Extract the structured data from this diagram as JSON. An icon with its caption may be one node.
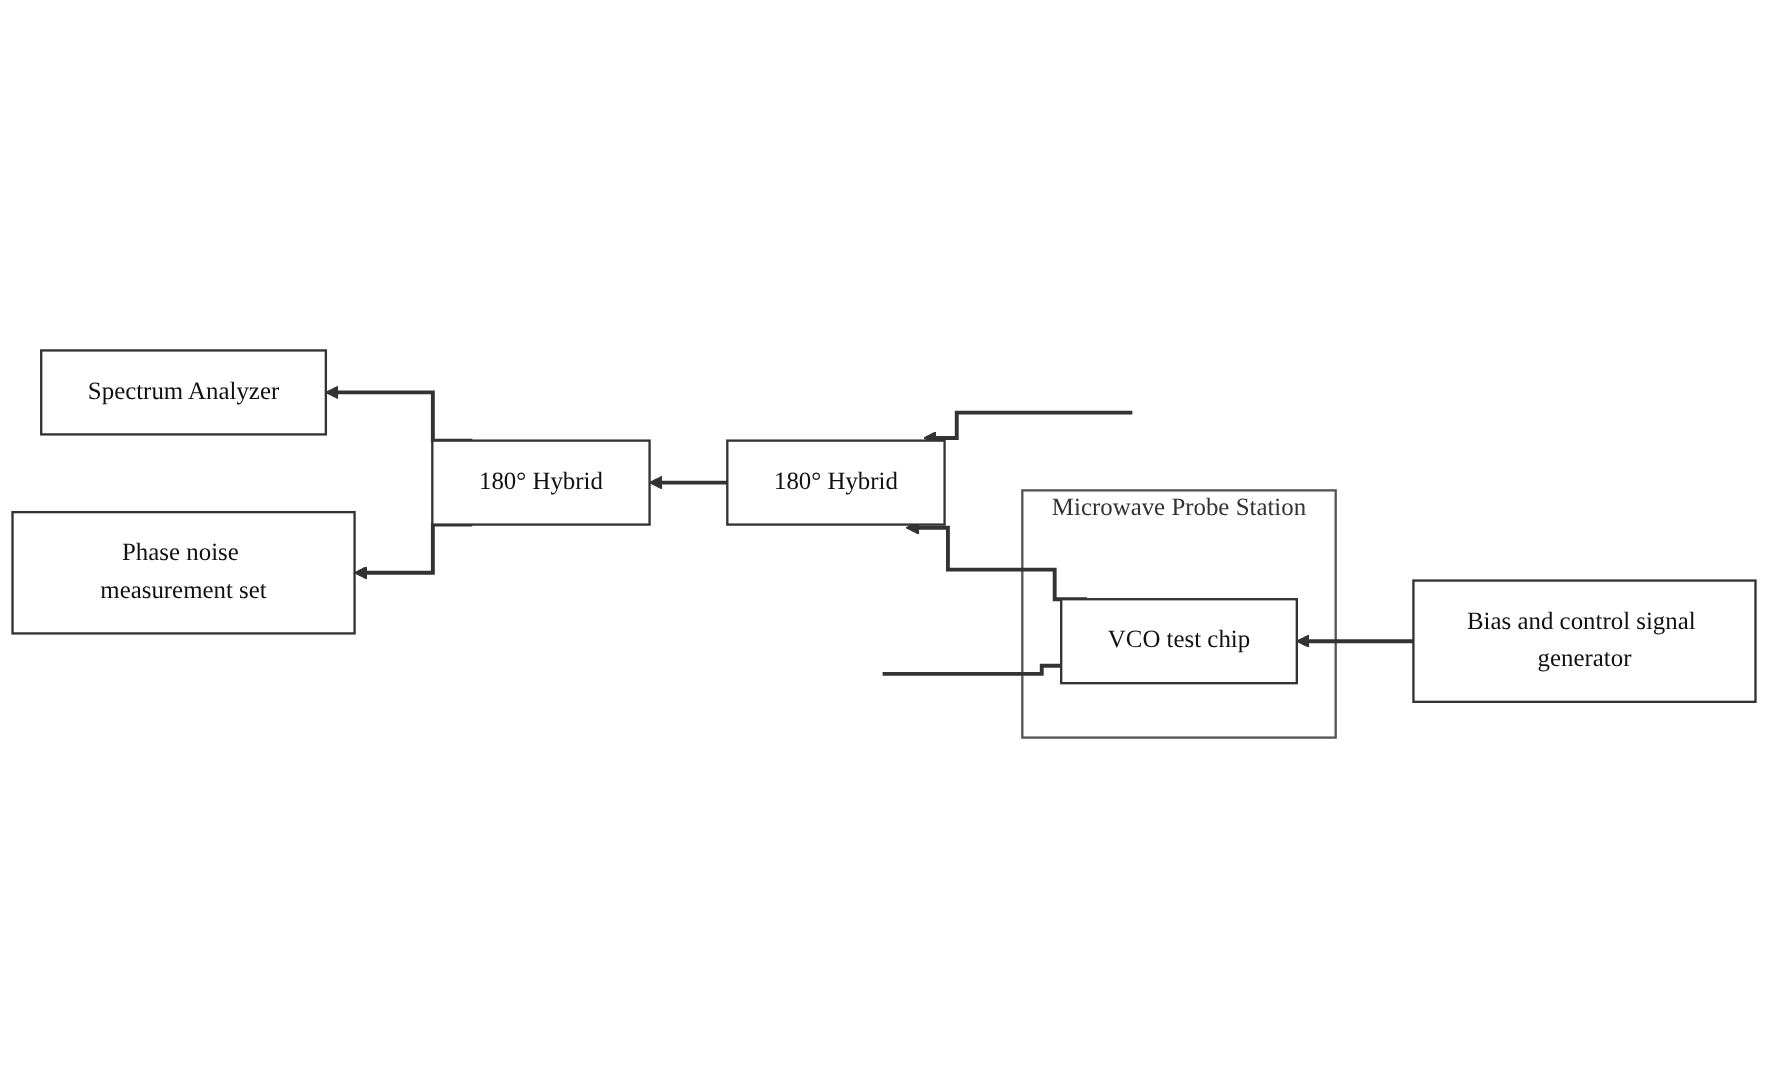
{
  "diagram": {
    "nodes": [
      {
        "text": [
          "Spectrum Analyzer"
        ]
      },
      {
        "text": [
          "Phase noise measurement set"
        ]
      },
      {
        "text": [
          "180° Hybrid"
        ]
      },
      {
        "text": [
          "180° Hybrid"
        ]
      },
      {
        "text": [
          "Microwave Probe Station"
        ]
      },
      {
        "text": [
          "VCO test chip"
        ],
        "in": 4
      },
      {
        "text": [
          "Bias and control signal generator"
        ]
      }
    ],
    "edges": [
      {
        "from": null,
        "to": 3,
        "arrow": "to"
      },
      {
        "from": 3,
        "to": 2,
        "arrow": "to"
      },
      {
        "from": 2,
        "to": 0,
        "arrow": "to"
      },
      {
        "from": 2,
        "to": 1,
        "arrow": "to"
      },
      {
        "from": 6,
        "to": 5,
        "arrow": "to"
      },
      {
        "from": 5,
        "to": 3,
        "arrow": "to"
      },
      {
        "from": 5,
        "to": null,
        "arrow": "none"
      }
    ]
  }
}
